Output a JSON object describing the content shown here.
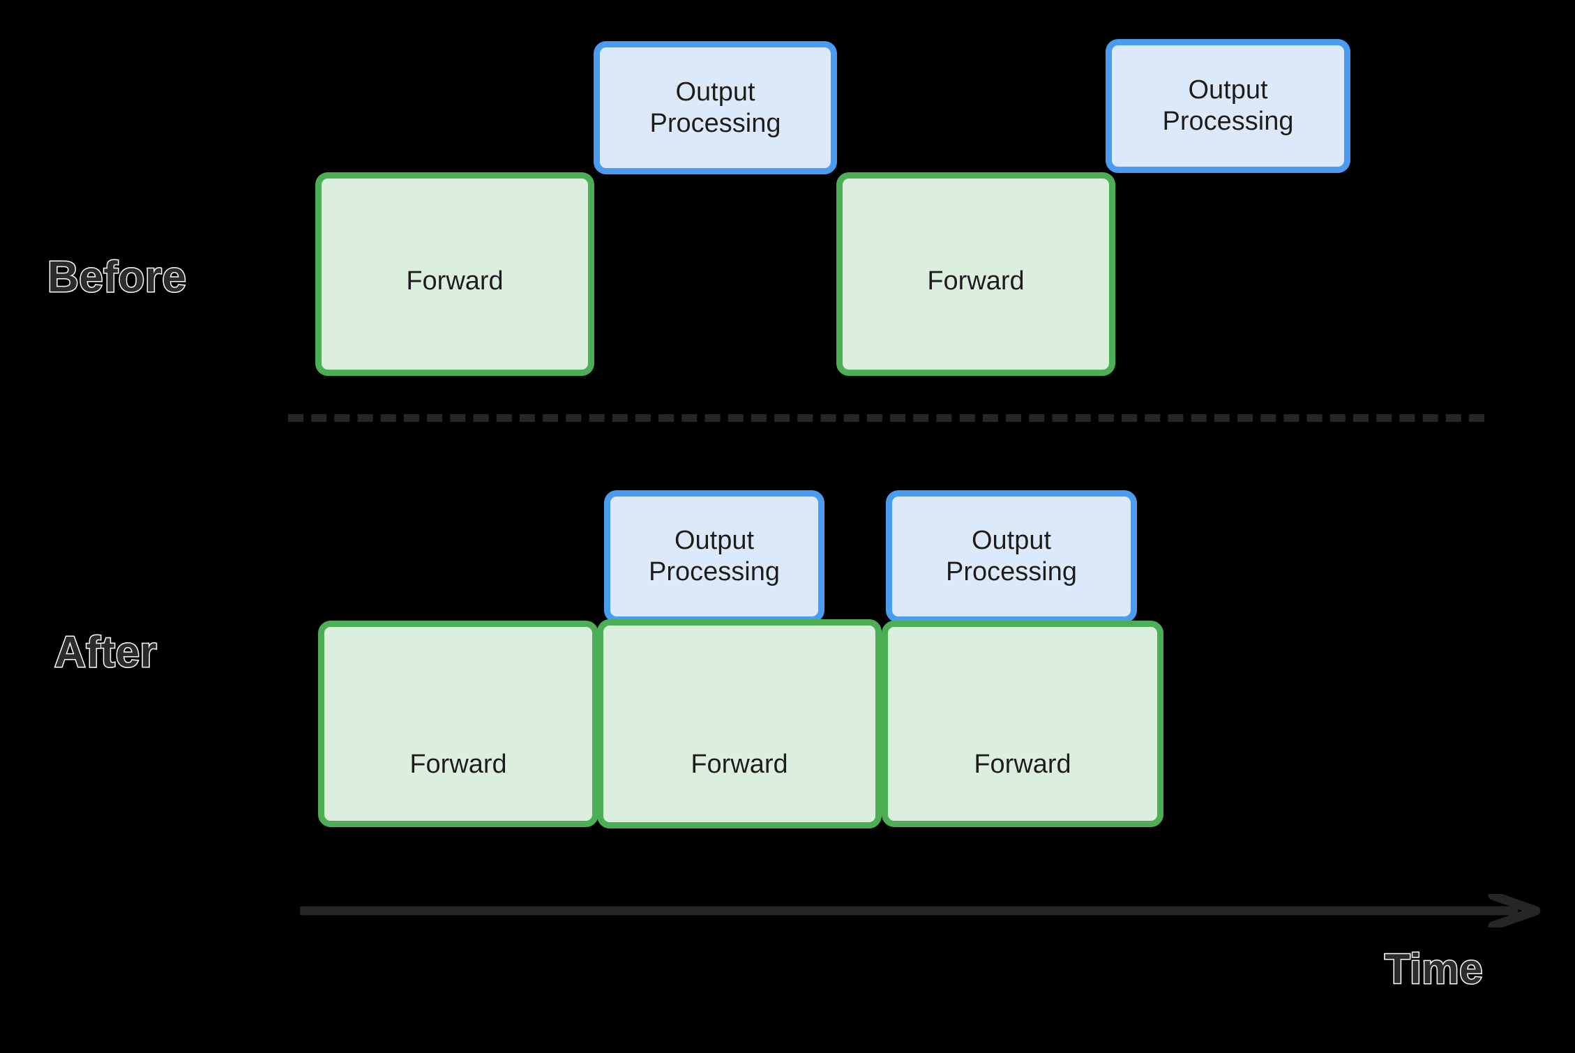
{
  "diagram": {
    "title": "Before and After output processing overlap timeline",
    "colors": {
      "background": "#000000",
      "forward_fill": "#dcefdf",
      "forward_border": "#4caf56",
      "output_fill": "#dce9fa",
      "output_border": "#4a9cf0",
      "divider": "#262626",
      "axis": "#262626",
      "label_text": "#2c2c2c",
      "label_outline": "#ffffff"
    },
    "rows": [
      {
        "key": "before",
        "label": "Before",
        "forward_blocks": [
          {
            "label": "Forward"
          },
          {
            "label": "Forward"
          }
        ],
        "output_blocks": [
          {
            "line1": "Output",
            "line2": "Processing"
          },
          {
            "line1": "Output",
            "line2": "Processing"
          }
        ]
      },
      {
        "key": "after",
        "label": "After",
        "forward_blocks": [
          {
            "label": "Forward"
          },
          {
            "label": "Forward"
          },
          {
            "label": "Forward"
          }
        ],
        "output_blocks": [
          {
            "line1": "Output",
            "line2": "Processing"
          },
          {
            "line1": "Output",
            "line2": "Processing"
          }
        ]
      }
    ],
    "axis": {
      "label": "Time",
      "direction": "right"
    }
  }
}
